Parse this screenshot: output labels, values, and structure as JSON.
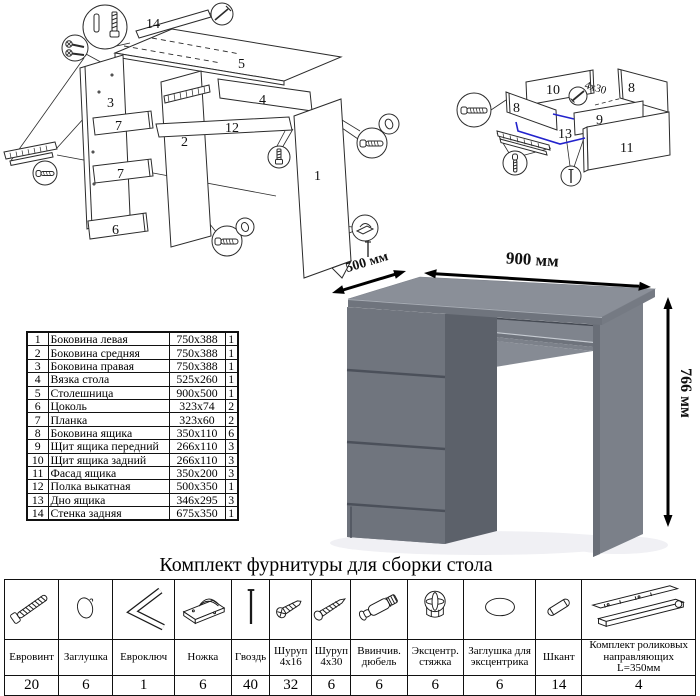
{
  "diagram_left": {
    "labels": [
      "14",
      "5",
      "3",
      "7",
      "7",
      "2",
      "12",
      "4",
      "6",
      "1"
    ]
  },
  "diagram_right": {
    "labels": [
      "10",
      "8",
      "8",
      "9",
      "13",
      "11"
    ],
    "screw_note": "4х30",
    "highlight_color": "#2222cc"
  },
  "desk": {
    "dimensions": {
      "width": "900 мм",
      "depth": "500 мм",
      "height": "766 мм"
    },
    "colors": {
      "top": "#8a8f98",
      "front": "#70757e",
      "side": "#5c616a",
      "leg": "#7b8089"
    }
  },
  "parts_table": {
    "rows": [
      {
        "num": "1",
        "name": "Боковина левая",
        "size": "750x388",
        "qty": "1"
      },
      {
        "num": "2",
        "name": "Боковина средняя",
        "size": "750x388",
        "qty": "1"
      },
      {
        "num": "3",
        "name": "Боковина правая",
        "size": "750x388",
        "qty": "1"
      },
      {
        "num": "4",
        "name": "Вязка стола",
        "size": "525x260",
        "qty": "1"
      },
      {
        "num": "5",
        "name": "Столешница",
        "size": "900x500",
        "qty": "1"
      },
      {
        "num": "6",
        "name": "Цоколь",
        "size": "323x74",
        "qty": "2"
      },
      {
        "num": "7",
        "name": "Планка",
        "size": "323x60",
        "qty": "2"
      },
      {
        "num": "8",
        "name": "Боковина ящика",
        "size": "350x110",
        "qty": "6"
      },
      {
        "num": "9",
        "name": "Щит ящика передний",
        "size": "266x110",
        "qty": "3"
      },
      {
        "num": "10",
        "name": "Щит ящика задний",
        "size": "266x110",
        "qty": "3"
      },
      {
        "num": "11",
        "name": "Фасад ящика",
        "size": "350x200",
        "qty": "3"
      },
      {
        "num": "12",
        "name": "Полка выкатная",
        "size": "500x350",
        "qty": "1"
      },
      {
        "num": "13",
        "name": "Дно ящика",
        "size": "346x295",
        "qty": "3"
      },
      {
        "num": "14",
        "name": "Стенка задняя",
        "size": "675x350",
        "qty": "1"
      }
    ]
  },
  "hardware": {
    "title": "Комплект фурнитуры для сборки стола",
    "items": [
      {
        "name": "Евровинт",
        "qty": "20",
        "icon": "euroscrew-icon"
      },
      {
        "name": "Заглушка",
        "qty": "6",
        "icon": "cap-icon"
      },
      {
        "name": "Евроключ",
        "qty": "1",
        "icon": "hexkey-icon"
      },
      {
        "name": "Ножка",
        "qty": "6",
        "icon": "leg-icon"
      },
      {
        "name": "Гвоздь",
        "qty": "40",
        "icon": "nail-icon"
      },
      {
        "name": "Шуруп 4x16",
        "qty": "32",
        "icon": "screw-small-icon"
      },
      {
        "name": "Шуруп 4x30",
        "qty": "6",
        "icon": "screw-long-icon"
      },
      {
        "name": "Ввинчив. дюбель",
        "qty": "6",
        "icon": "screwin-dowel-icon"
      },
      {
        "name": "Эксцентр. стяжка",
        "qty": "6",
        "icon": "cam-lock-icon"
      },
      {
        "name": "Заглушка для эксцентрика",
        "qty": "6",
        "icon": "cam-cap-icon"
      },
      {
        "name": "Шкант",
        "qty": "14",
        "icon": "dowel-icon"
      },
      {
        "name": "Комплект роликовых направляющих L=350мм",
        "qty": "4",
        "icon": "roller-guides-icon"
      }
    ]
  }
}
